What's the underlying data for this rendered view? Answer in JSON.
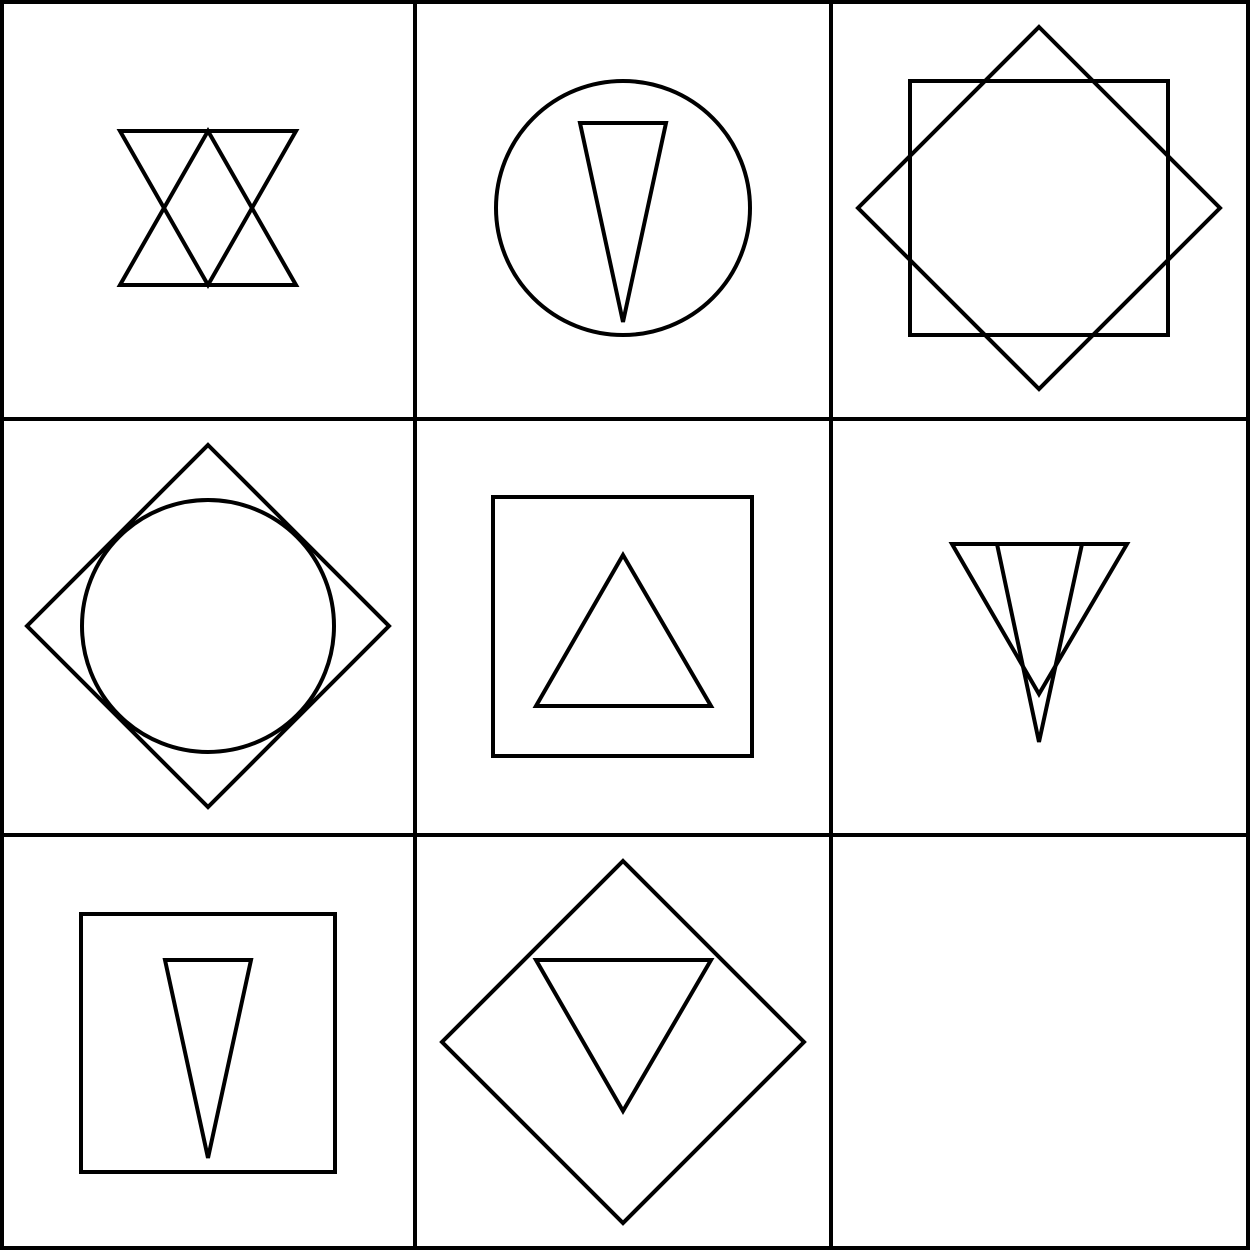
{
  "puzzle": {
    "rows": 3,
    "columns": 3,
    "line_color": "#000000",
    "background_color": "#ffffff",
    "cells": [
      {
        "row": 1,
        "col": 1,
        "shapes": [
          "triangle-up",
          "triangle-down"
        ]
      },
      {
        "row": 1,
        "col": 2,
        "shapes": [
          "circle",
          "narrow-triangle-down"
        ]
      },
      {
        "row": 1,
        "col": 3,
        "shapes": [
          "square",
          "diamond"
        ]
      },
      {
        "row": 2,
        "col": 1,
        "shapes": [
          "diamond",
          "circle"
        ]
      },
      {
        "row": 2,
        "col": 2,
        "shapes": [
          "square",
          "triangle-up"
        ]
      },
      {
        "row": 2,
        "col": 3,
        "shapes": [
          "triangle-down",
          "narrow-triangle-down"
        ]
      },
      {
        "row": 3,
        "col": 1,
        "shapes": [
          "square",
          "narrow-triangle-down"
        ]
      },
      {
        "row": 3,
        "col": 2,
        "shapes": [
          "diamond",
          "triangle-down"
        ]
      },
      {
        "row": 3,
        "col": 3,
        "shapes": [],
        "empty": true
      }
    ]
  }
}
